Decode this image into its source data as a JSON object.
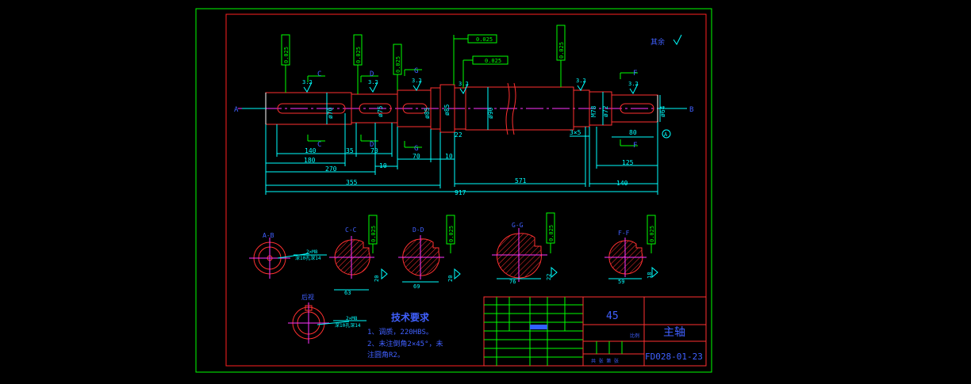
{
  "drawing": {
    "material": "45",
    "part_name": "主轴",
    "drawing_number": "FD028-01-23",
    "roughness_note": "其余",
    "notes_title": "技术要求",
    "notes": [
      "1、调质，220HBS。",
      "2、未注倒角2×45°，未",
      "注圆角R2。"
    ]
  },
  "section_labels": {
    "A": "A",
    "B": "B",
    "C": "C",
    "D": "D",
    "G": "G",
    "F": "F",
    "AB": "A-B",
    "CC": "C-C",
    "DD": "D-D",
    "GG": "G-G",
    "FF": "F-F",
    "AB2": "后视"
  },
  "tolerances": {
    "t1": "0.025",
    "datum": "A",
    "t2": "0.025",
    "t3": "0.025",
    "t4": "0.025",
    "t5": "0.025",
    "t6": "0.025"
  },
  "diameters": {
    "d1": "ø70",
    "d2": "ø75",
    "d3": "ø85",
    "d4": "ø90",
    "d5": "ø85",
    "d6": "M78",
    "d7": "ø72",
    "d8": "ø64"
  },
  "dimensions": {
    "l140": "140",
    "l35": "35",
    "l70a": "70",
    "l180": "180",
    "l270": "270",
    "l10a": "10",
    "l70b": "70",
    "l10b": "10",
    "l22": "22",
    "l355": "355",
    "l571": "571",
    "l917": "917",
    "l80": "80",
    "l125": "125",
    "l140b": "140",
    "l3x5": "3×5"
  },
  "roughness": {
    "r1": "3.2",
    "r2": "3.2",
    "r3": "3.2",
    "r4": "3.2",
    "r5": "3.2",
    "r6": "3.2"
  },
  "section_dims": {
    "cc_w": "63",
    "cc_h": "20",
    "dd_w": "69",
    "dd_h": "20",
    "gg_w": "76",
    "gg_h": "22",
    "ff_w": "59",
    "ff_h": "18"
  },
  "hole_notes": {
    "h1": "2×M8",
    "h1b": "深10孔深14",
    "h2": "2×M8",
    "h2b": "深10孔深14"
  },
  "title_block": {
    "scale_label": "比例",
    "count_label": "共 张 第 张"
  }
}
